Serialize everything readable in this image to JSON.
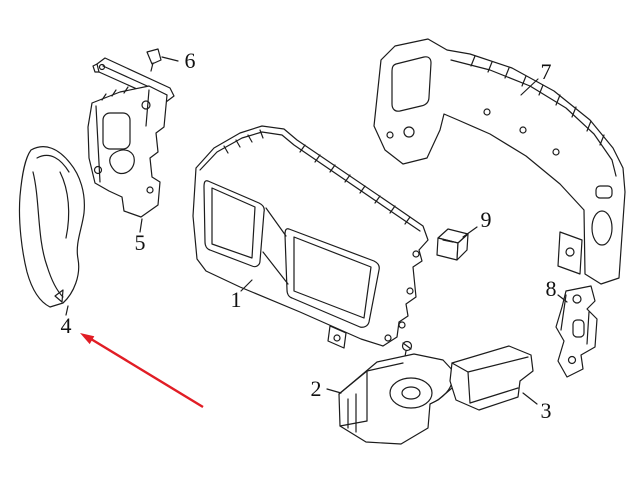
{
  "diagram": {
    "background_color": "#ffffff",
    "line_color": "#1c1c1c",
    "arrow_color": "#e11d25",
    "callouts": [
      {
        "label": "1"
      },
      {
        "label": "2"
      },
      {
        "label": "3"
      },
      {
        "label": "4"
      },
      {
        "label": "5"
      },
      {
        "label": "6"
      },
      {
        "label": "7"
      },
      {
        "label": "8"
      },
      {
        "label": "9"
      }
    ]
  }
}
